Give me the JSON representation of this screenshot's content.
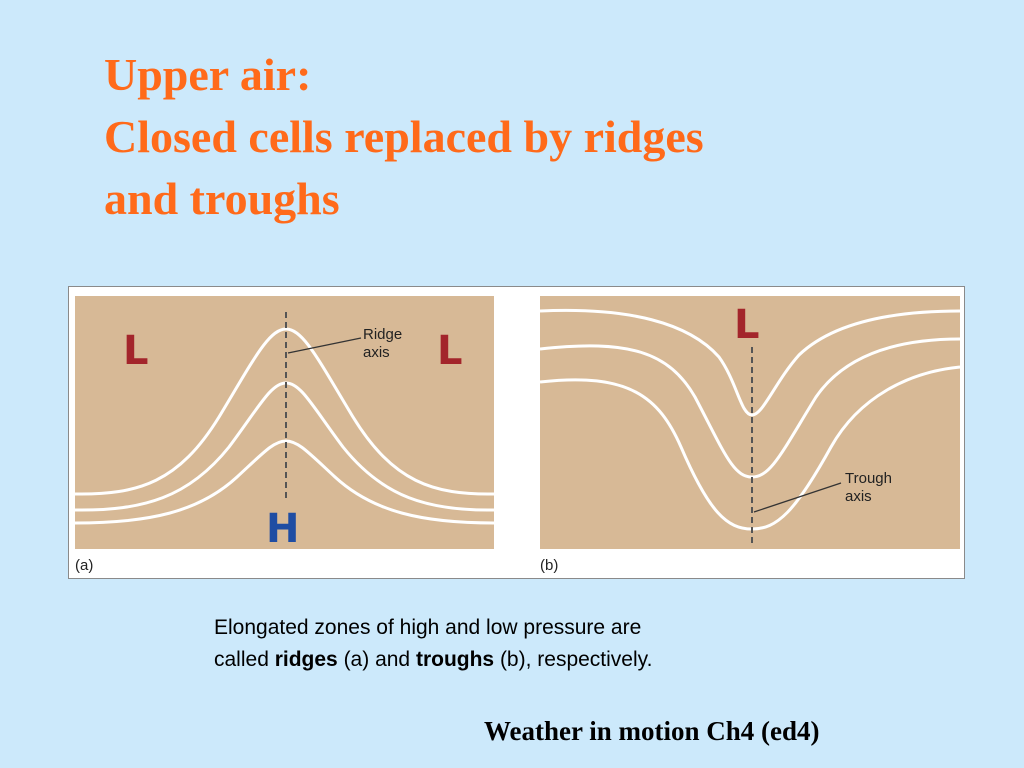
{
  "slide": {
    "title_lines": [
      "Upper air:",
      "Closed cells replaced by ridges",
      "and troughs"
    ]
  },
  "figure": {
    "panel_a": {
      "label": "(a)",
      "low_left": "L",
      "low_right": "L",
      "high": "H",
      "axis_label_line1": "Ridge",
      "axis_label_line2": "axis"
    },
    "panel_b": {
      "label": "(b)",
      "low": "L",
      "axis_label_line1": "Trough",
      "axis_label_line2": "axis"
    },
    "colors": {
      "panel_fill": "#d7b996",
      "contour": "#ffffff",
      "low_letter": "#a3252b",
      "high_letter": "#1f4da3"
    }
  },
  "caption": {
    "line1": "Elongated zones of high and low pressure are",
    "line2_pre": "called ",
    "ridges": "ridges",
    "line2_mid": " (a) and ",
    "troughs": "troughs",
    "line2_post": " (b), respectively."
  },
  "source": "Weather in motion Ch4 (ed4)"
}
